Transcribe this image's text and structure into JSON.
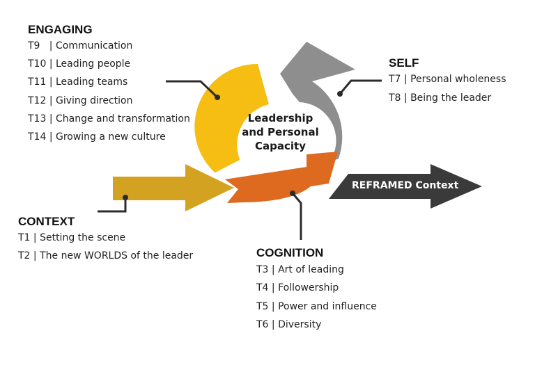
{
  "center": {
    "line1": "Leadership",
    "line2": "and Personal",
    "line3": "Capacity"
  },
  "reframed_label": "REFRAMED Context",
  "engaging": {
    "heading": "ENGAGING",
    "items": [
      "T9   | Communication",
      "T10 | Leading people",
      "T11 | Leading teams",
      "T12 | Giving direction",
      "T13 | Change and transformation",
      "T14 | Growing a new culture"
    ]
  },
  "self": {
    "heading": "SELF",
    "items": [
      "T7 | Personal wholeness",
      "T8 | Being the leader"
    ]
  },
  "context": {
    "heading": "CONTEXT",
    "items": [
      "T1 | Setting the scene",
      "T2 | The new WORLDS of the leader"
    ]
  },
  "cognition": {
    "heading": "COGNITION",
    "items": [
      "T3 | Art of leading",
      "T4 | Followership",
      "T5 | Power and influence",
      "T6 | Diversity"
    ]
  },
  "colors": {
    "engaging_yellow": "#F6BE12",
    "self_gray": "#8E8E8E",
    "cognition_orange": "#DD6A1E",
    "context_gold": "#D3A221",
    "reframed_dark": "#3A3A3A",
    "connector": "#2b2b2b"
  }
}
